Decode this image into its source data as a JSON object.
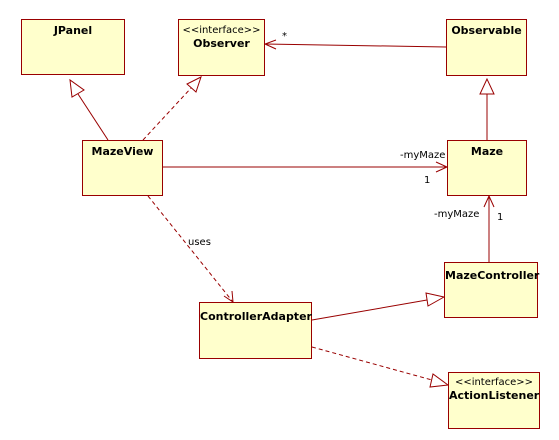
{
  "classes": {
    "jpanel": {
      "name": "JPanel"
    },
    "observer": {
      "stereotype": "<<interface>>",
      "name": "Observer"
    },
    "observable": {
      "name": "Observable"
    },
    "mazeview": {
      "name": "MazeView"
    },
    "maze": {
      "name": "Maze"
    },
    "mazecontroller": {
      "name": "MazeController"
    },
    "controlleradapter": {
      "name": "ControllerAdapter"
    },
    "actionlistener": {
      "stereotype": "<<interface>>",
      "name": "ActionListener"
    }
  },
  "labels": {
    "observer_multiplicity": "*",
    "mazeview_role": "-myMaze",
    "mazeview_multiplicity": "1",
    "controller_role": "-myMaze",
    "controller_multiplicity": "1",
    "uses": "uses"
  },
  "colors": {
    "line": "#990000",
    "fill": "#ffffcc"
  }
}
